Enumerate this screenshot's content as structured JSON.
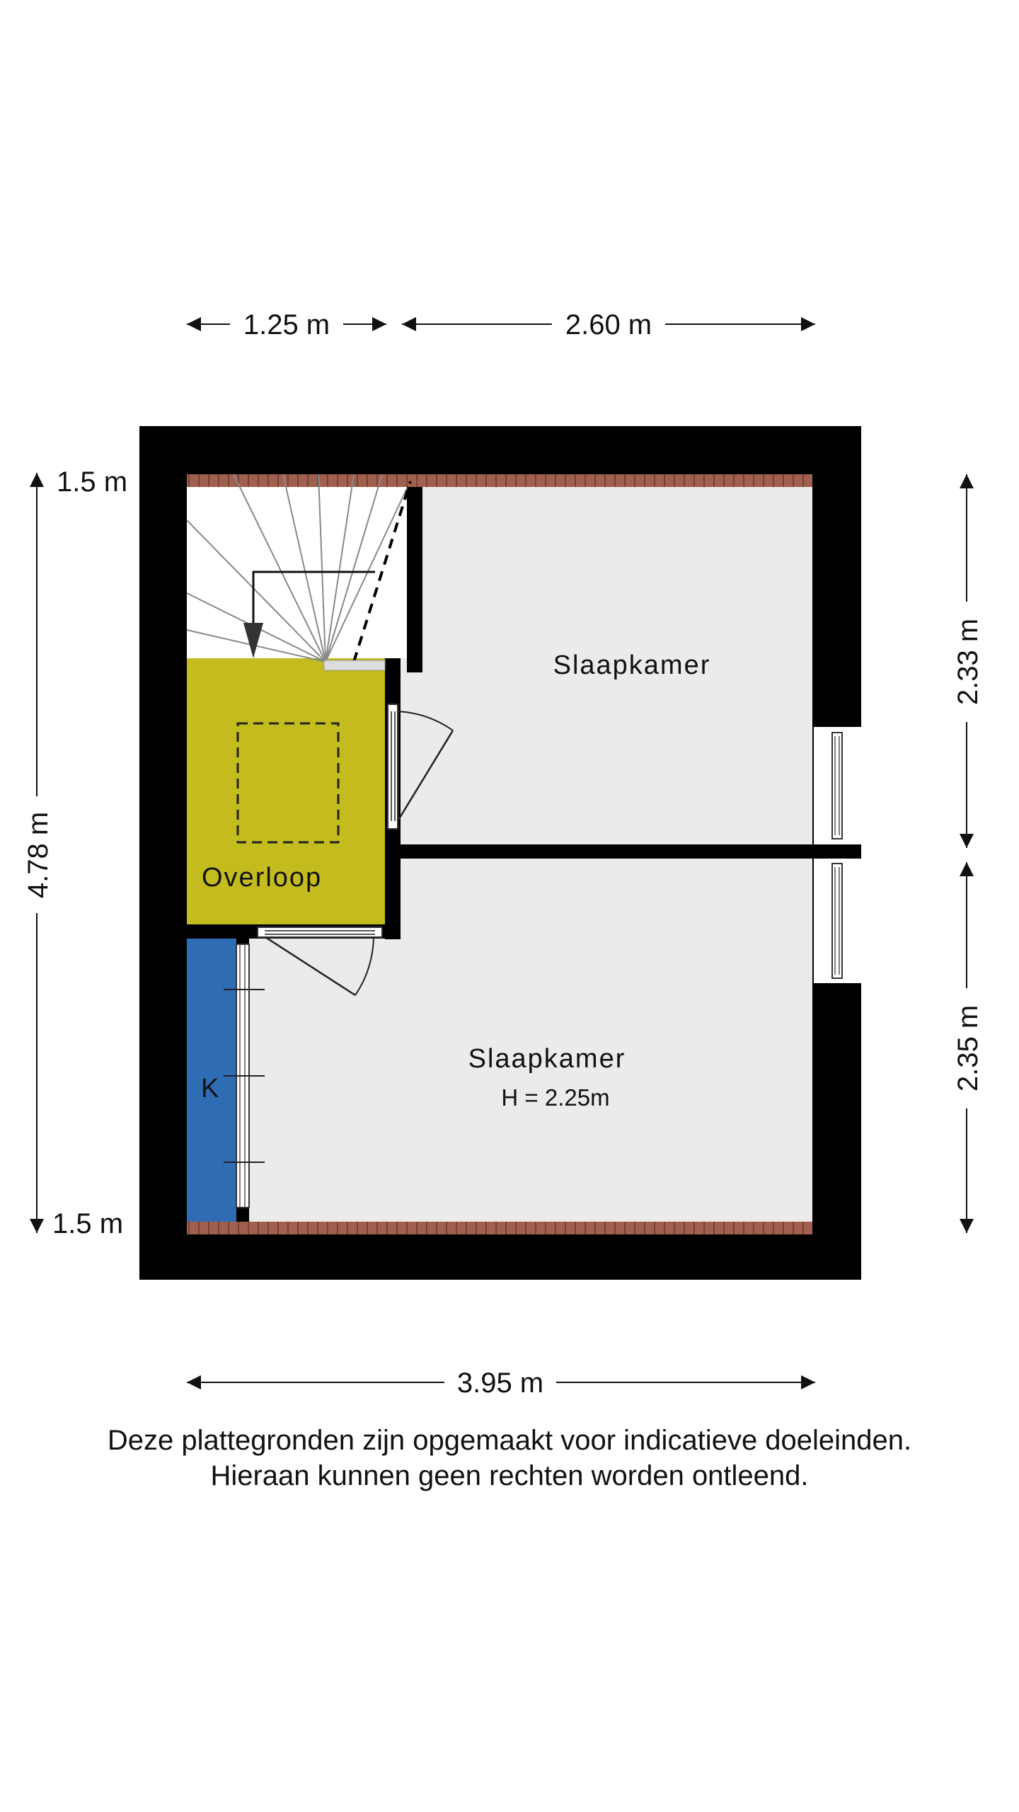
{
  "dimensions": {
    "top_left": "1.25 m",
    "top_right": "2.60 m",
    "left_total": "4.78 m",
    "left_top_mark": "1.5 m",
    "left_bottom_mark": "1.5 m",
    "right_top": "2.33 m",
    "right_bottom": "2.35 m",
    "bottom_total": "3.95 m"
  },
  "rooms": {
    "bedroom_top": "Slaapkamer",
    "bedroom_bottom": "Slaapkamer",
    "bedroom_bottom_height": "H = 2.25m",
    "landing": "Overloop",
    "closet": "K"
  },
  "disclaimer": {
    "line1": "Deze plattegronden zijn opgemaakt voor indicatieve doeleinden.",
    "line2": "Hieraan kunnen geen rechten worden ontleend."
  },
  "colors": {
    "wall": "#000000",
    "floor": "#ecebe9",
    "landing": "#c4bc1e",
    "closet": "#2e6db4",
    "roof_edge": "#9b5a4a"
  }
}
